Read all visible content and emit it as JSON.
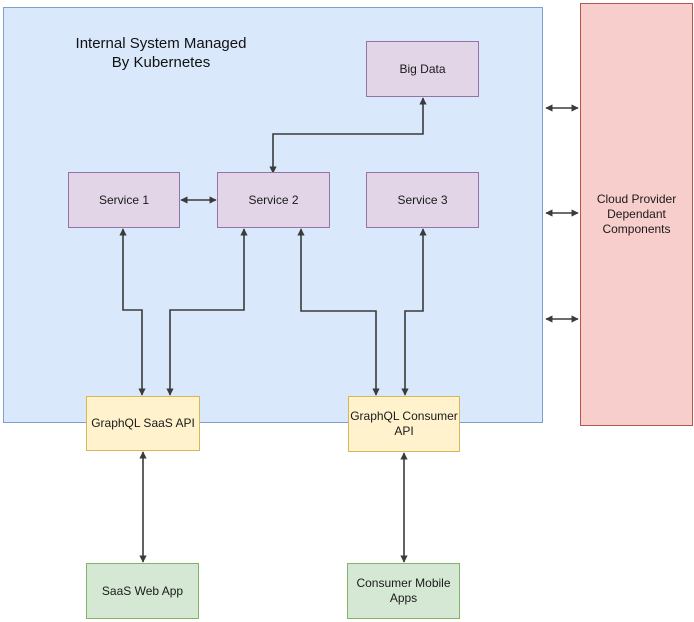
{
  "diagram": {
    "title": "Internal System Managed\nBy Kubernetes",
    "nodes": {
      "kubernetes_container": {
        "label": "Internal System Managed\nBy Kubernetes",
        "fill": "#dae8fc",
        "stroke": "#7e9ecf"
      },
      "cloud_provider": {
        "label": "Cloud Provider\nDependant\nComponents",
        "fill": "#f8cecc",
        "stroke": "#b85450"
      },
      "big_data": {
        "label": "Big Data",
        "fill": "#e1d5e7",
        "stroke": "#9673a6"
      },
      "service_1": {
        "label": "Service 1",
        "fill": "#e1d5e7",
        "stroke": "#9673a6"
      },
      "service_2": {
        "label": "Service 2",
        "fill": "#e1d5e7",
        "stroke": "#9673a6"
      },
      "service_3": {
        "label": "Service 3",
        "fill": "#e1d5e7",
        "stroke": "#9673a6"
      },
      "graphql_saas_api": {
        "label": "GraphQL SaaS API",
        "fill": "#fff2cc",
        "stroke": "#d6b656"
      },
      "graphql_consumer_api": {
        "label": "GraphQL Consumer\nAPI",
        "fill": "#fff2cc",
        "stroke": "#d6b656"
      },
      "saas_web_app": {
        "label": "SaaS Web App",
        "fill": "#d5e8d4",
        "stroke": "#82b366"
      },
      "consumer_mobile_apps": {
        "label": "Consumer Mobile\nApps",
        "fill": "#d5e8d4",
        "stroke": "#82b366"
      }
    },
    "connectors": [
      {
        "from": "Service 1",
        "to": "Service 2",
        "bidirectional": true
      },
      {
        "from": "Service 2",
        "to": "Big Data",
        "bidirectional": true
      },
      {
        "from": "Service 1",
        "to": "GraphQL SaaS API",
        "bidirectional": true
      },
      {
        "from": "Service 2",
        "to": "GraphQL SaaS API",
        "bidirectional": true
      },
      {
        "from": "Service 2",
        "to": "GraphQL Consumer API",
        "bidirectional": true
      },
      {
        "from": "Service 3",
        "to": "GraphQL Consumer API",
        "bidirectional": true
      },
      {
        "from": "GraphQL SaaS API",
        "to": "SaaS Web App",
        "bidirectional": true
      },
      {
        "from": "GraphQL Consumer API",
        "to": "Consumer Mobile Apps",
        "bidirectional": true
      },
      {
        "from": "Internal System Managed By Kubernetes",
        "to": "Cloud Provider Dependant Components",
        "bidirectional": true,
        "count": 3
      }
    ],
    "arrow_color": "#3b3b3b",
    "background_color": "#ffffff",
    "text_color": "#1a1a1a"
  }
}
